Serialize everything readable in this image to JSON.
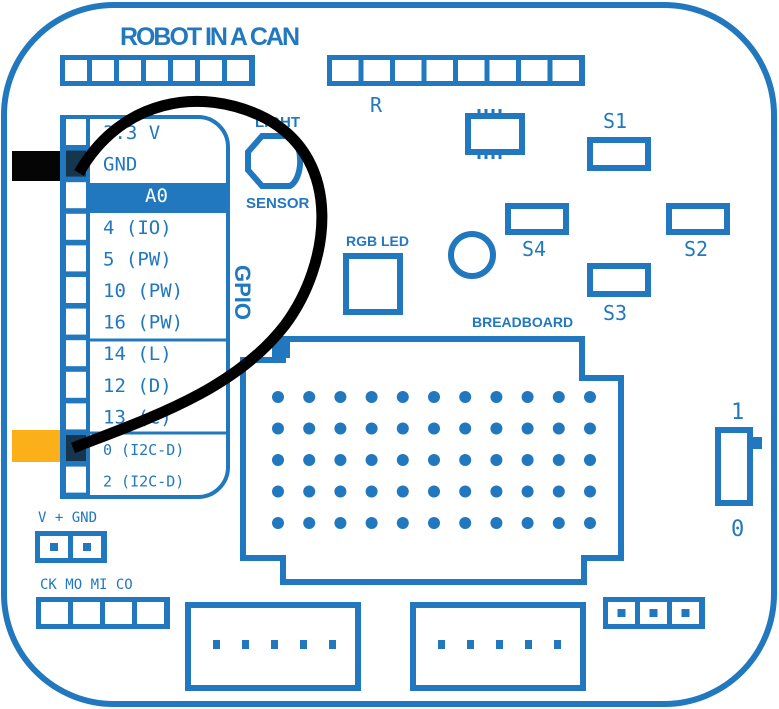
{
  "title": "ROBOT IN A CAN",
  "colors": {
    "board": "#2278be",
    "wire": "#000000",
    "gnd_tab": "#050505",
    "signal_tab": "#fbb01a",
    "connected_pin": "#16364e"
  },
  "header_right_label": "R",
  "gpio": {
    "label": "GPIO",
    "pins": [
      "3.3 V",
      "GND",
      "A0",
      "4 (IO)",
      "5 (PW)",
      "10 (PW)",
      "16 (PW)",
      "14 (L)",
      "12 (D)",
      "13 (C)",
      "0 (I2C-D)",
      "2 (I2C-D)"
    ],
    "highlighted": "A0",
    "connected": [
      "GND",
      "0 (I2C-D)"
    ]
  },
  "light_sensor": {
    "top": "LIGHT",
    "bottom": "SENSOR"
  },
  "rgb_led": "RGB LED",
  "switches": {
    "s1": "S1",
    "s2": "S2",
    "s3": "S3",
    "s4": "S4"
  },
  "breadboard": "BREADBOARD",
  "power_switch": {
    "on": "1",
    "off": "0"
  },
  "power_header": "V + GND",
  "spi_header": "CK MO MI CO"
}
